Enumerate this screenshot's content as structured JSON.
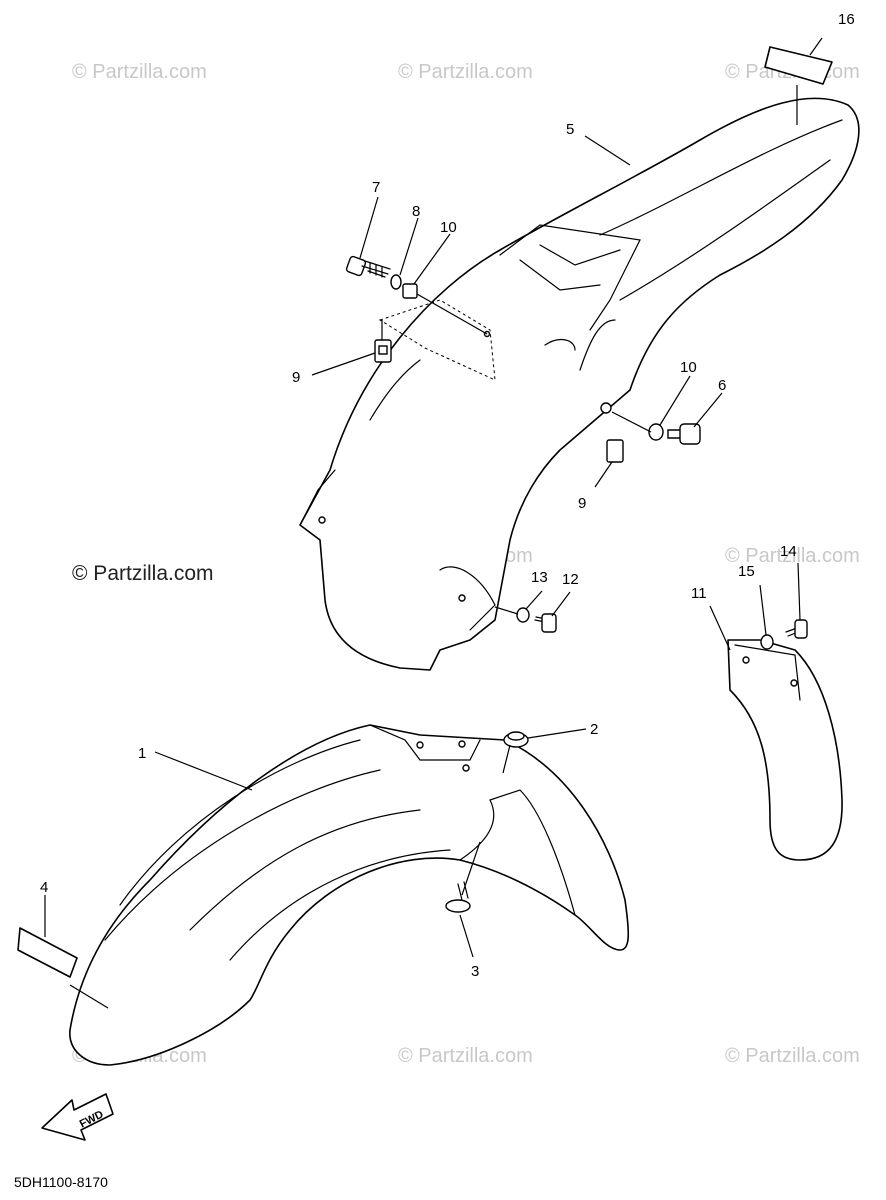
{
  "watermark": "© Partzilla.com",
  "watermark_main": "© Partzilla.com",
  "diagram_code": "5DH1100-8170",
  "fwd_label": "FWD",
  "callouts": {
    "c1": "1",
    "c2": "2",
    "c3": "3",
    "c4": "4",
    "c5": "5",
    "c6": "6",
    "c7": "7",
    "c8": "8",
    "c9a": "9",
    "c9b": "9",
    "c10a": "10",
    "c10b": "10",
    "c11": "11",
    "c12": "12",
    "c13": "13",
    "c14": "14",
    "c15": "15",
    "c16": "16"
  }
}
